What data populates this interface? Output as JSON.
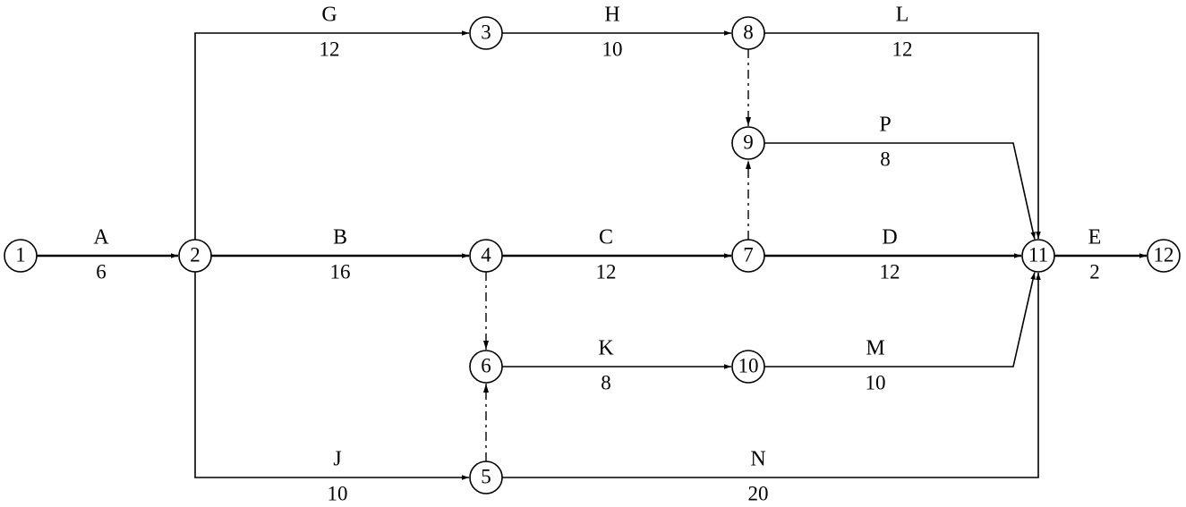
{
  "diagram": {
    "type": "activity-on-arrow-network",
    "nodes": [
      {
        "id": "1"
      },
      {
        "id": "2"
      },
      {
        "id": "3"
      },
      {
        "id": "4"
      },
      {
        "id": "5"
      },
      {
        "id": "6"
      },
      {
        "id": "7"
      },
      {
        "id": "8"
      },
      {
        "id": "9"
      },
      {
        "id": "10"
      },
      {
        "id": "11"
      },
      {
        "id": "12"
      }
    ],
    "activities": [
      {
        "name": "A",
        "duration": "6",
        "from": "1",
        "to": "2",
        "critical": true
      },
      {
        "name": "B",
        "duration": "16",
        "from": "2",
        "to": "4",
        "critical": true
      },
      {
        "name": "C",
        "duration": "12",
        "from": "4",
        "to": "7",
        "critical": true
      },
      {
        "name": "D",
        "duration": "12",
        "from": "7",
        "to": "11",
        "critical": true
      },
      {
        "name": "E",
        "duration": "2",
        "from": "11",
        "to": "12",
        "critical": true
      },
      {
        "name": "G",
        "duration": "12",
        "from": "2",
        "to": "3",
        "critical": false
      },
      {
        "name": "H",
        "duration": "10",
        "from": "3",
        "to": "8",
        "critical": false
      },
      {
        "name": "L",
        "duration": "12",
        "from": "8",
        "to": "11",
        "critical": false
      },
      {
        "name": "P",
        "duration": "8",
        "from": "9",
        "to": "11",
        "critical": false
      },
      {
        "name": "K",
        "duration": "8",
        "from": "6",
        "to": "10",
        "critical": false
      },
      {
        "name": "M",
        "duration": "10",
        "from": "10",
        "to": "11",
        "critical": false
      },
      {
        "name": "J",
        "duration": "10",
        "from": "2",
        "to": "5",
        "critical": false
      },
      {
        "name": "N",
        "duration": "20",
        "from": "5",
        "to": "11",
        "critical": false
      }
    ],
    "dummy_activities": [
      {
        "from": "8",
        "to": "9"
      },
      {
        "from": "7",
        "to": "9"
      },
      {
        "from": "4",
        "to": "6"
      },
      {
        "from": "5",
        "to": "6"
      }
    ]
  }
}
